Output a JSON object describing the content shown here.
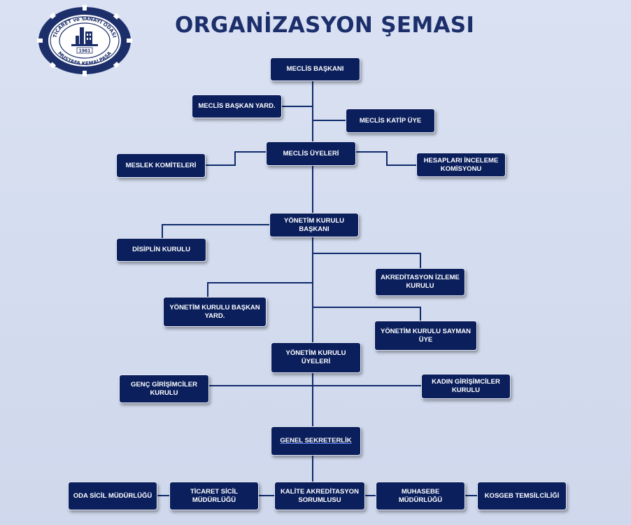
{
  "title": "ORGANİZASYON ŞEMASI",
  "logo": {
    "text_top": "TİCARET ve SANAYİ ODASI",
    "text_bottom": "MUSTAFA KEMALPAŞA",
    "year": "1961"
  },
  "nodes": {
    "meclis_baskani": "MECLİS BAŞKANI",
    "meclis_baskan_yard": "MECLİS BAŞKAN YARD.",
    "meclis_katip_uye": "MECLİS KATİP ÜYE",
    "meclis_uyeleri": "MECLİS ÜYELERİ",
    "meslek_komiteleri": "MESLEK KOMİTELERİ",
    "hesaplari_inceleme": "HESAPLARI İNCELEME KOMİSYONU",
    "yonetim_kurulu_baskani": "YÖNETİM KURULU BAŞKANI",
    "disiplin_kurulu": "DİSİPLİN KURULU",
    "akreditasyon_izleme": "AKREDİTASYON İZLEME KURULU",
    "yonetim_kurulu_baskan_yard": "YÖNETİM KURULU BAŞKAN YARD.",
    "yonetim_kurulu_sayman": "YÖNETİM KURULU SAYMAN ÜYE",
    "yonetim_kurulu_uyeleri": "YÖNETİM KURULU ÜYELERİ",
    "genc_girisimciler": "GENÇ GİRİŞİMCİLER KURULU",
    "kadin_girisimciler": "KADIN GİRİŞİMCİLER KURULU",
    "genel_sekreterlik": "GENEL SEKRETERLİK",
    "oda_sicil": "ODA SİCİL MÜDÜRLÜĞÜ",
    "ticaret_sicil": "TİCARET SİCİL MÜDÜRLÜĞÜ",
    "kalite_akreditasyon": "KALİTE AKREDİTASYON SORUMLUSU",
    "muhasebe": "MUHASEBE MÜDÜRLÜĞÜ",
    "kosgeb": "KOSGEB TEMSİLCİLİĞİ"
  },
  "colors": {
    "box_fill": "#0b1f5c",
    "line": "#0f2a6b",
    "title": "#1c2f6b",
    "background": "#d9e1f2"
  }
}
